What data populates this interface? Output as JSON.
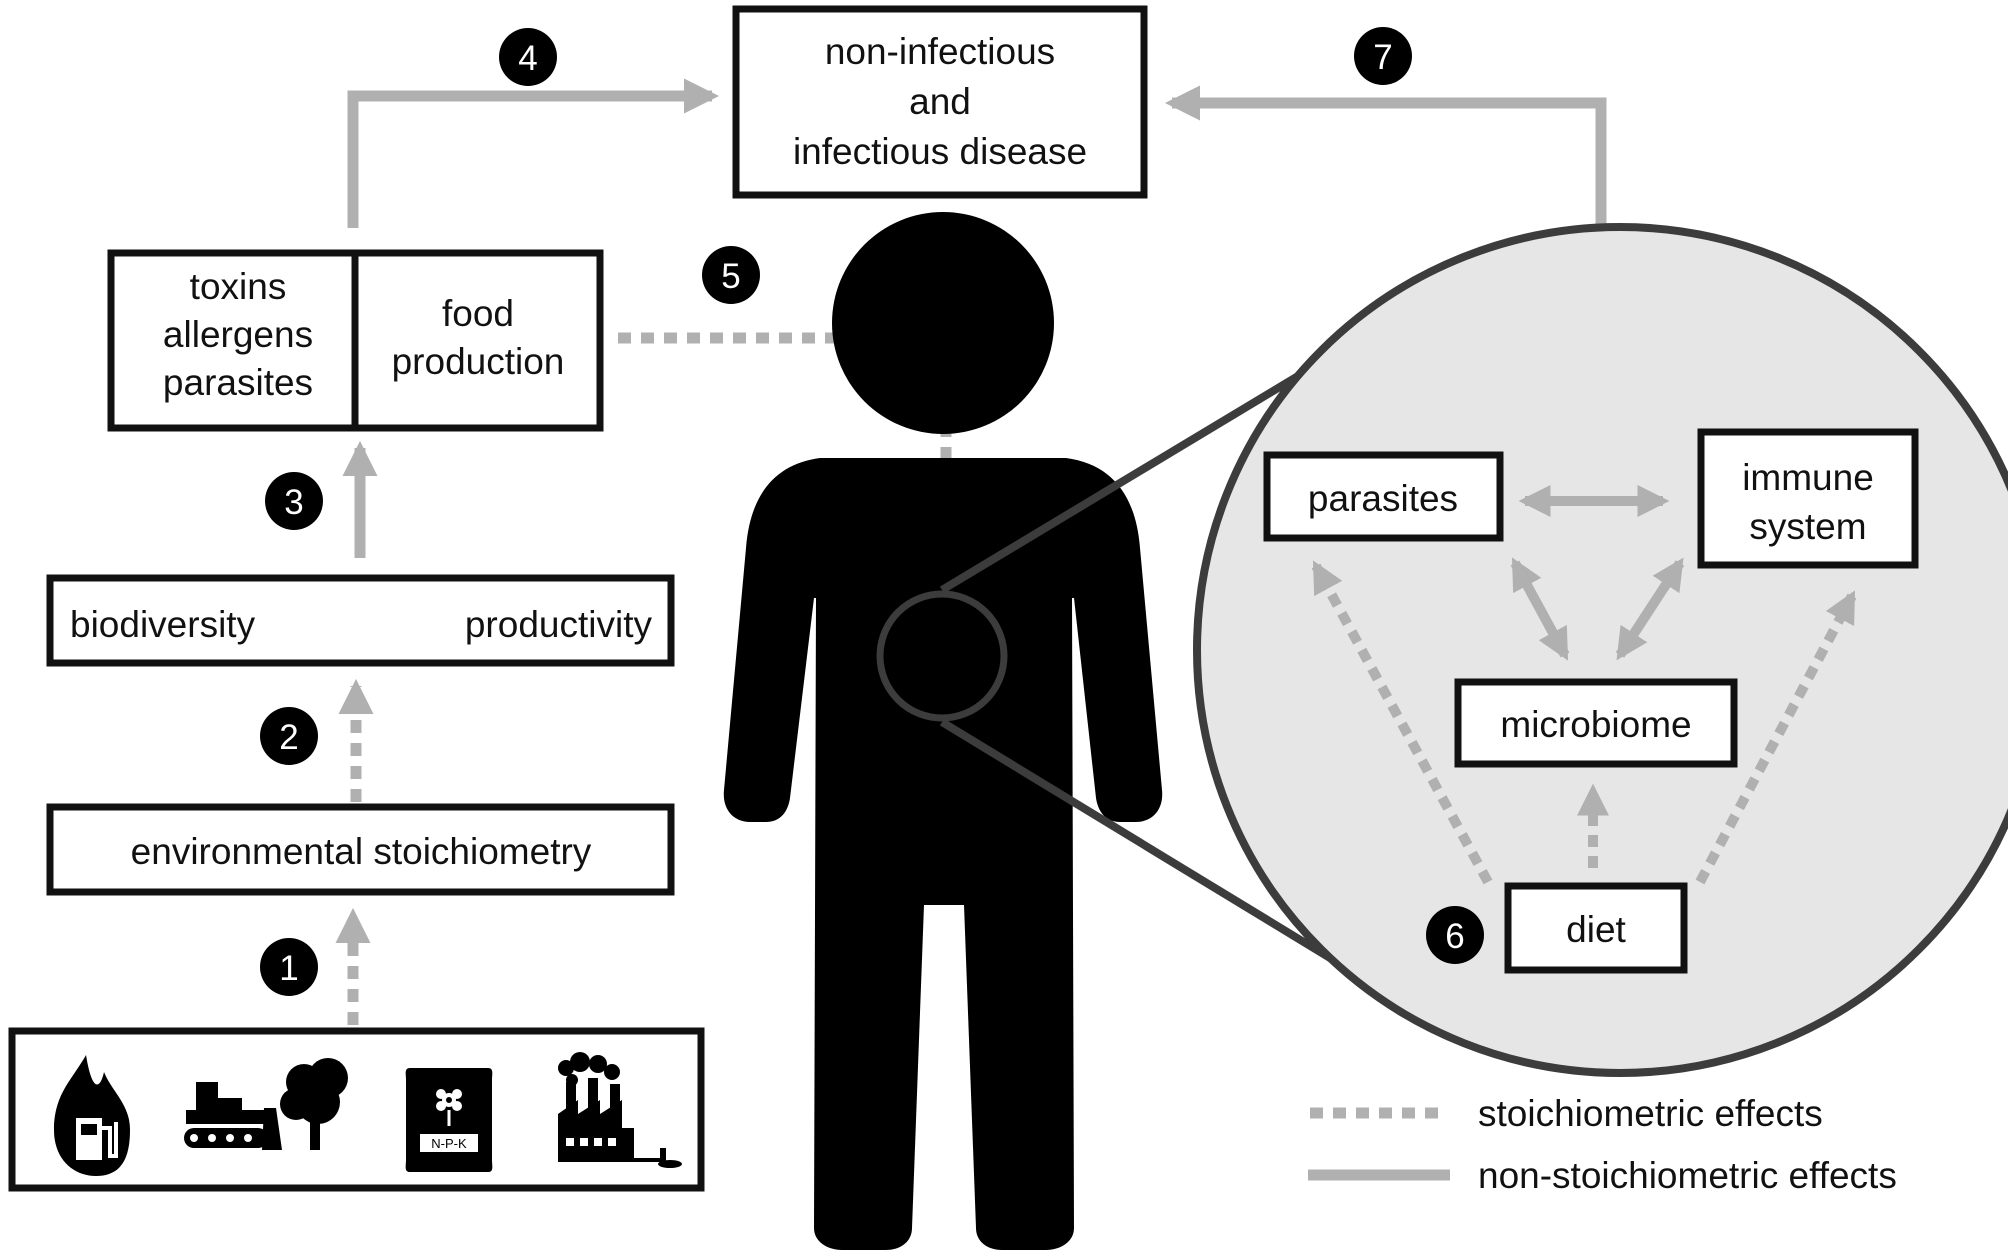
{
  "colors": {
    "box_border": "#111111",
    "arrow_gray": "#b0b0b0",
    "circle_fill": "#e6e6e6",
    "circle_border": "#3c3c3c",
    "badge_fill": "#000000",
    "badge_text": "#ffffff",
    "silhouette": "#000000"
  },
  "nodes": {
    "disease": {
      "lines": [
        "non-infectious",
        "and",
        "infectious disease"
      ]
    },
    "toxins": {
      "lines": [
        "toxins",
        "allergens",
        "parasites"
      ]
    },
    "food": {
      "lines": [
        "food",
        "production"
      ]
    },
    "biodiversity": "biodiversity",
    "productivity": "productivity",
    "environmental": "environmental stoichiometry",
    "parasites": "parasites",
    "immune": {
      "lines": [
        "immune",
        "system"
      ]
    },
    "microbiome": "microbiome",
    "diet": "diet"
  },
  "badges": {
    "b1": "1",
    "b2": "2",
    "b3": "3",
    "b4": "4",
    "b5": "5",
    "b6": "6",
    "b7": "7"
  },
  "drivers": {
    "icons": [
      "fuel-fire-icon",
      "bulldozer-tree-icon",
      "fertilizer-bag-icon",
      "factory-icon"
    ],
    "fertilizer_label": "N-P-K"
  },
  "legend": {
    "stoichiometric": "stoichiometric effects",
    "non_stoichiometric": "non-stoichiometric effects"
  }
}
